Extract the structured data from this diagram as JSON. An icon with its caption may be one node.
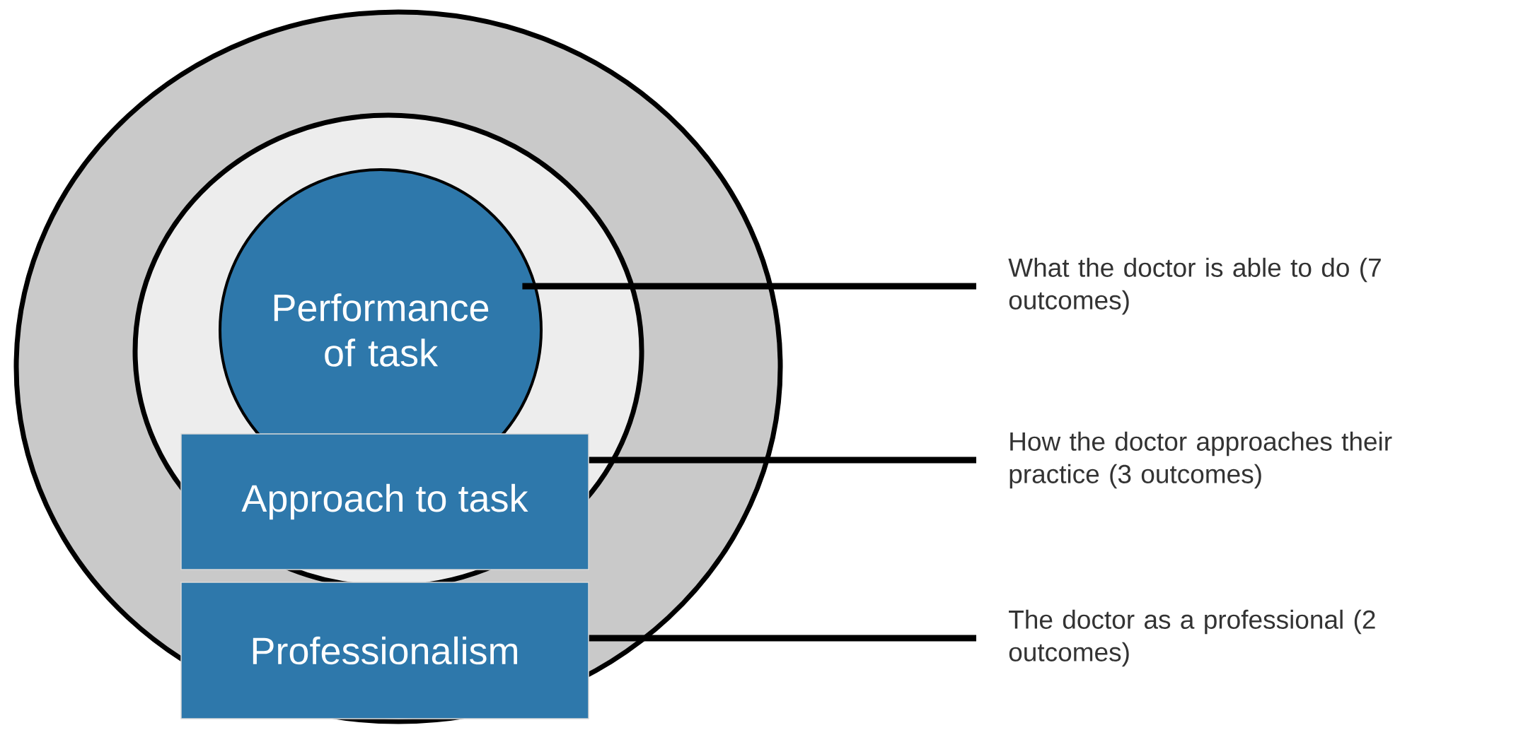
{
  "diagram": {
    "nodes": [
      {
        "text": [
          "Performance of task"
        ]
      },
      {
        "text": [
          "Approach to task"
        ]
      },
      {
        "text": [
          "Professionalism"
        ]
      },
      {
        "text": [
          "What the doctor is able to do (7 outcomes)"
        ]
      },
      {
        "text": [
          "How the doctor approaches their practice (3 outcomes)"
        ]
      },
      {
        "text": [
          "The doctor as a professional (2 outcomes)"
        ]
      }
    ],
    "edges": [
      {
        "from": 0,
        "to": 3,
        "arrow": "none"
      },
      {
        "from": 1,
        "to": 4,
        "arrow": "none"
      },
      {
        "from": 2,
        "to": 5,
        "arrow": "none"
      }
    ]
  }
}
